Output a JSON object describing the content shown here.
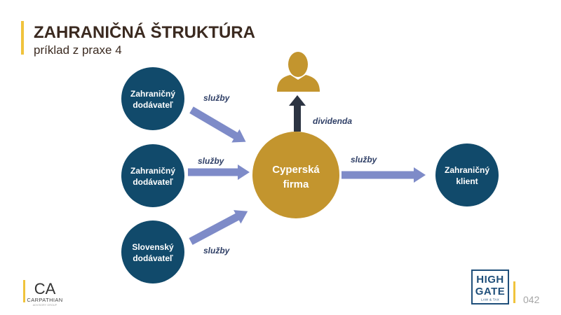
{
  "slide": {
    "title": "ZAHRANIČNÁ ŠTRUKTÚRA",
    "subtitle": "príklad z praxe 4",
    "page_number": "042"
  },
  "diagram": {
    "suppliers": [
      {
        "line1": "Zahraničný",
        "line2": "dodávateľ"
      },
      {
        "line1": "Zahraničný",
        "line2": "dodávateľ"
      },
      {
        "line1": "Slovenský",
        "line2": "dodávateľ"
      }
    ],
    "center": {
      "line1": "Cyperská",
      "line2": "firma"
    },
    "client": {
      "line1": "Zahraničný",
      "line2": "klient"
    },
    "edges": [
      {
        "label": "služby"
      },
      {
        "label": "služby"
      },
      {
        "label": "služby"
      },
      {
        "label": "služby"
      }
    ],
    "dividend": {
      "label": "dividenda",
      "icon": "person-silhouette-icon"
    }
  },
  "logos": {
    "carpathian": {
      "mark": "CA",
      "name": "CARPATHIAN",
      "tagline": "ADVISORY GROUP"
    },
    "highgate": {
      "line1": "HIGH",
      "line2": "GATE",
      "tagline": "LAW & TAX"
    }
  },
  "colors": {
    "gold": "#C3952E",
    "accent_yellow": "#F0C33C",
    "node_dark": "#114A6B",
    "arrow": "#7E8BC8",
    "label": "#2F3F66",
    "dividend_arrow": "#2C3442",
    "title": "#3B2A20",
    "brand_navy": "#1F4F7A",
    "muted": "#A6A6A6"
  }
}
